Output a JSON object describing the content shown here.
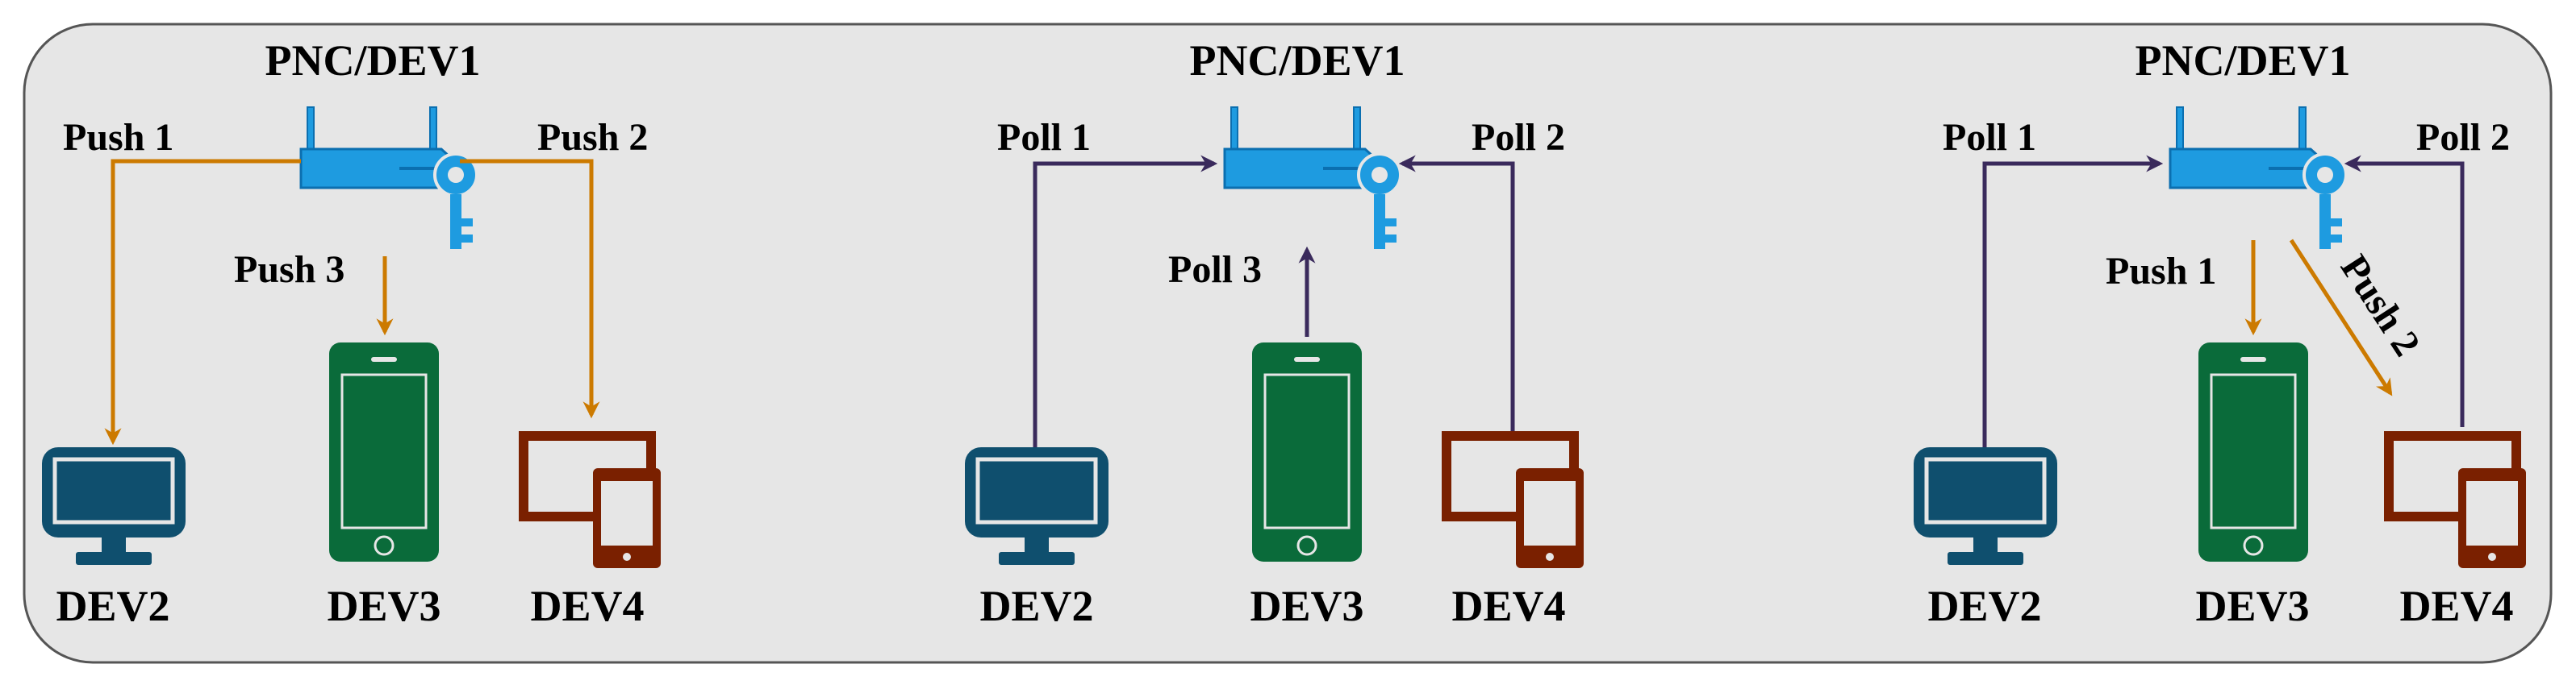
{
  "colors": {
    "panel_bg": "#e6e6e6",
    "panel_border": "#555555",
    "push": "#cc7a00",
    "poll": "#3a2a5c",
    "router": "#1e9be0",
    "router_dark": "#0b6fb0",
    "monitor": "#0f4f6e",
    "phone": "#0a6b3a",
    "tablet": "#7a2000"
  },
  "scenarios": [
    {
      "router_label": "PNC/DEV1",
      "left_arrow": {
        "label": "Push 1",
        "kind": "push"
      },
      "right_arrow": {
        "label": "Push 2",
        "kind": "push"
      },
      "mid_arrow": {
        "label": "Push 3",
        "kind": "push"
      },
      "devices": [
        "DEV2",
        "DEV3",
        "DEV4"
      ]
    },
    {
      "router_label": "PNC/DEV1",
      "left_arrow": {
        "label": "Poll 1",
        "kind": "poll"
      },
      "right_arrow": {
        "label": "Poll 2",
        "kind": "poll"
      },
      "mid_arrow": {
        "label": "Poll 3",
        "kind": "poll"
      },
      "devices": [
        "DEV2",
        "DEV3",
        "DEV4"
      ]
    },
    {
      "router_label": "PNC/DEV1",
      "left_arrow": {
        "label": "Poll 1",
        "kind": "poll"
      },
      "right_arrow": {
        "label": "Poll 2",
        "kind": "poll"
      },
      "mid_arrow": {
        "label": "Push 1",
        "kind": "push"
      },
      "diag_arrow": {
        "label": "Push 2",
        "kind": "push"
      },
      "devices": [
        "DEV2",
        "DEV3",
        "DEV4"
      ]
    }
  ]
}
